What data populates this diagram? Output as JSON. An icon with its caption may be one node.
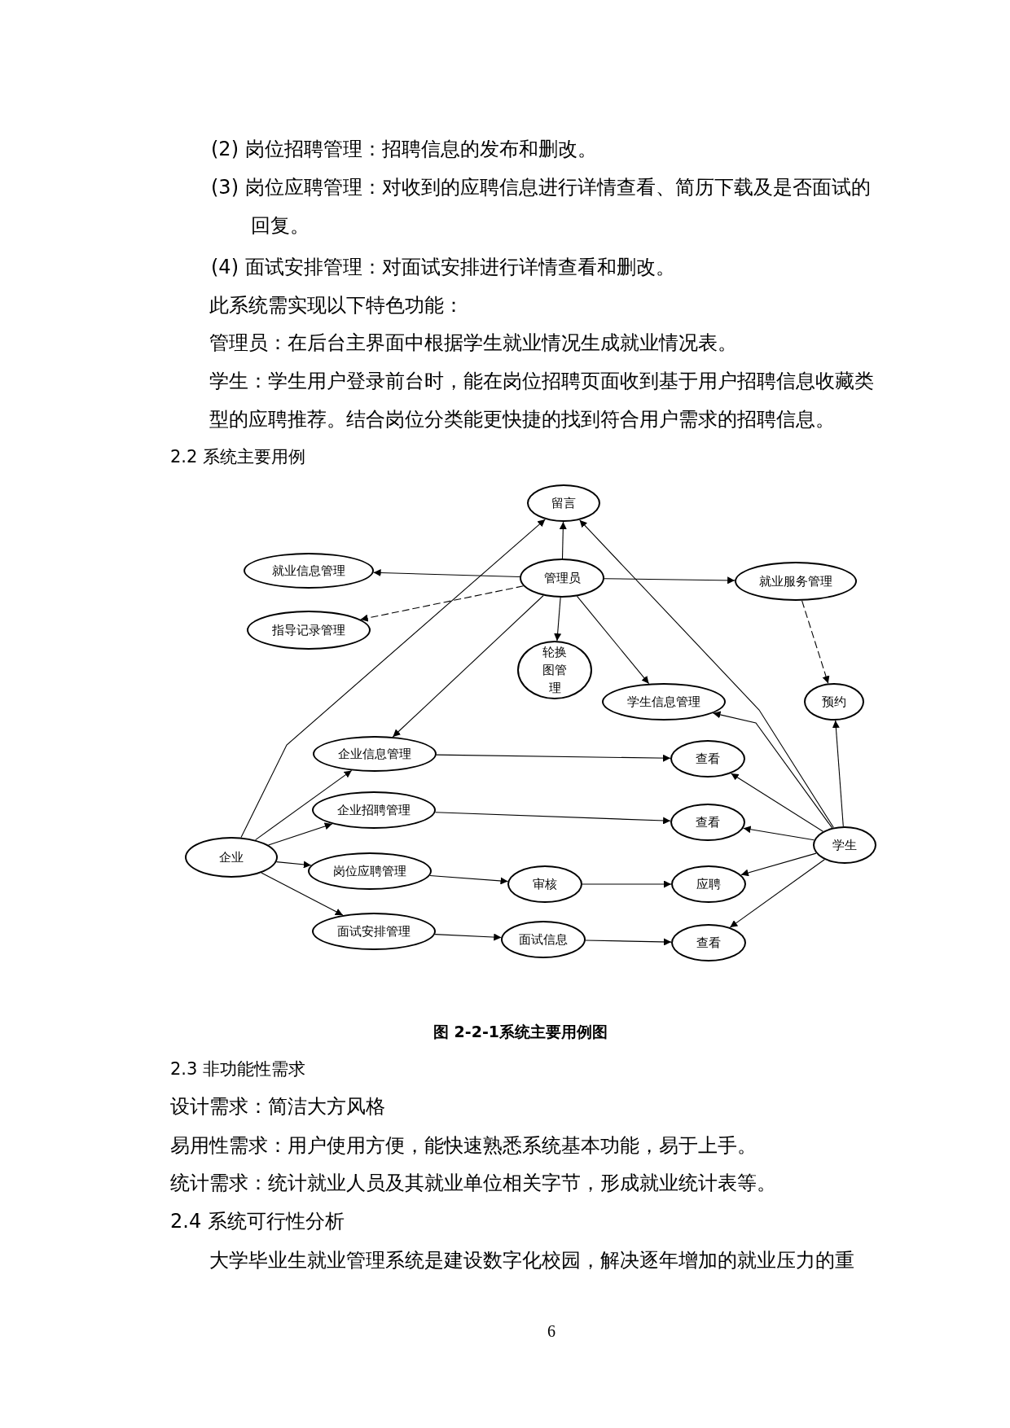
{
  "diagram": {
    "caption": "图 2-2-1系统主要用例图",
    "nodes": [
      {
        "text": [
          "留言"
        ]
      },
      {
        "text": [
          "管理员"
        ]
      },
      {
        "text": [
          "就业信息管理"
        ]
      },
      {
        "text": [
          "就业服务管理"
        ]
      },
      {
        "text": [
          "指导记录管理"
        ]
      },
      {
        "text": [
          "轮换图管理"
        ]
      },
      {
        "text": [
          "学生信息管理"
        ]
      },
      {
        "text": [
          "预约"
        ]
      },
      {
        "text": [
          "企业信息管理"
        ]
      },
      {
        "text": [
          "查看"
        ]
      },
      {
        "text": [
          "企业招聘管理"
        ]
      },
      {
        "text": [
          "查看"
        ]
      },
      {
        "text": [
          "企业"
        ]
      },
      {
        "text": [
          "学生"
        ]
      },
      {
        "text": [
          "岗位应聘管理"
        ]
      },
      {
        "text": [
          "审核"
        ]
      },
      {
        "text": [
          "应聘"
        ]
      },
      {
        "text": [
          "面试安排管理"
        ]
      },
      {
        "text": [
          "面试信息"
        ]
      },
      {
        "text": [
          "查看"
        ]
      }
    ],
    "edges": [
      {
        "from": 1,
        "to": 0,
        "arrow": "to"
      },
      {
        "from": 1,
        "to": 2,
        "arrow": "to"
      },
      {
        "from": 1,
        "to": 4,
        "arrow": "to",
        "style": "dashed"
      },
      {
        "from": 1,
        "to": 3,
        "arrow": "to"
      },
      {
        "from": 1,
        "to": 5,
        "arrow": "to"
      },
      {
        "from": 1,
        "to": 6,
        "arrow": "to"
      },
      {
        "from": 1,
        "to": 8,
        "arrow": "to"
      },
      {
        "from": 3,
        "to": 7,
        "arrow": "to",
        "style": "dashed"
      },
      {
        "from": 12,
        "to": 0,
        "arrow": "to"
      },
      {
        "from": 12,
        "to": 8,
        "arrow": "to"
      },
      {
        "from": 12,
        "to": 10,
        "arrow": "to"
      },
      {
        "from": 12,
        "to": 14,
        "arrow": "to"
      },
      {
        "from": 12,
        "to": 17,
        "arrow": "to"
      },
      {
        "from": 8,
        "to": 9,
        "arrow": "to"
      },
      {
        "from": 10,
        "to": 11,
        "arrow": "to"
      },
      {
        "from": 14,
        "to": 15,
        "arrow": "to"
      },
      {
        "from": 15,
        "to": 16,
        "arrow": "to"
      },
      {
        "from": 17,
        "to": 18,
        "arrow": "to"
      },
      {
        "from": 18,
        "to": 19,
        "arrow": "to"
      },
      {
        "from": 13,
        "to": 0,
        "arrow": "to"
      },
      {
        "from": 13,
        "to": 7,
        "arrow": "to"
      },
      {
        "from": 13,
        "to": 6,
        "arrow": "to"
      },
      {
        "from": 13,
        "to": 9,
        "arrow": "to"
      },
      {
        "from": 13,
        "to": 11,
        "arrow": "to"
      },
      {
        "from": 13,
        "to": 16,
        "arrow": "to"
      },
      {
        "from": 13,
        "to": 19,
        "arrow": "to"
      }
    ],
    "labels": [
      "(2) 岗位招聘管理：招聘信息的发布和删改。",
      "(3) 岗位应聘管理：对收到的应聘信息进行详情查看、简历下载及是否面试的回复。",
      "(4) 面试安排管理：对面试安排进行详情查看和删改。",
      "此系统需实现以下特色功能：",
      "管理员：在后台主界面中根据学生就业情况生成就业情况表。",
      "学生：学生用户登录前台时，能在岗位招聘页面收到基于用户招聘信息收藏类型的应聘推荐。结合岗位分类能更快捷的找到符合用户需求的招聘信息。",
      "2.2 系统主要用例",
      "2.3 非功能性需求",
      "设计需求：简洁大方风格",
      "易用性需求：用户使用方便，能快速熟悉系统基本功能，易于上手。",
      "统计需求：统计就业人员及其就业单位相关字节，形成就业统计表等。",
      "2.4 系统可行性分析",
      "大学毕业生就业管理系统是建设数字化校园，解决逐年增加的就业压力的重",
      "6"
    ]
  }
}
